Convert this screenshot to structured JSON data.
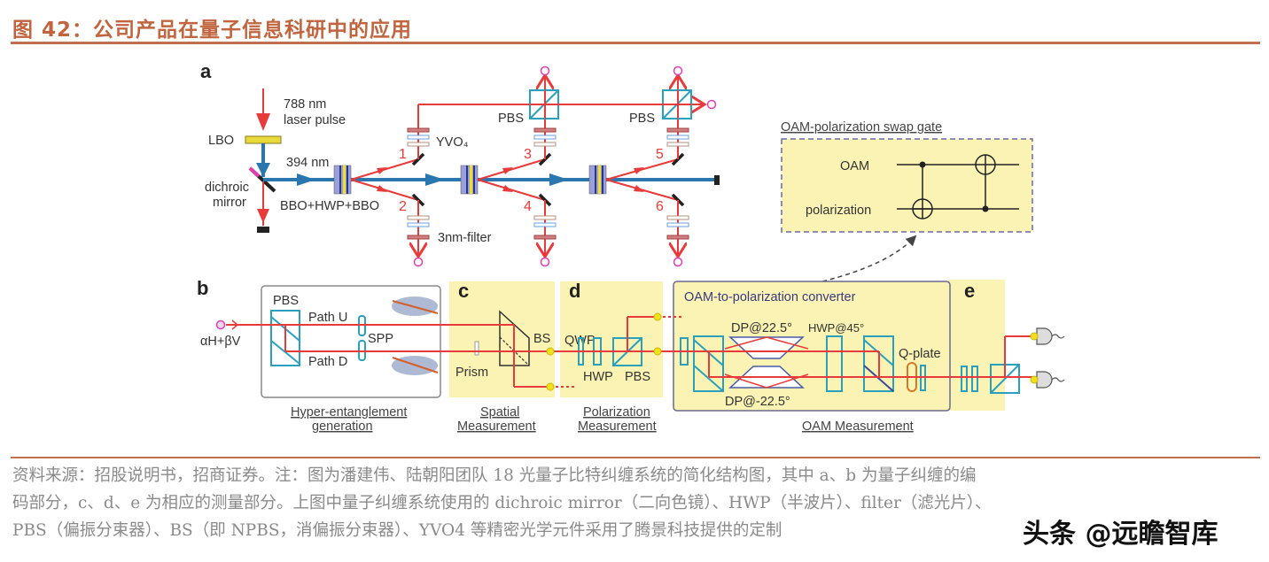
{
  "header": {
    "title": "图 42：公司产品在量子信息科研中的应用"
  },
  "figure": {
    "panel_a": {
      "label": "a",
      "laser": "788 nm",
      "laser2": "laser pulse",
      "lbo": "LBO",
      "uv": "394 nm",
      "dichroic1": "dichroic",
      "dichroic2": "mirror",
      "crystal": "BBO+HWP+BBO",
      "yvo": "YVO₄",
      "filter": "3nm-filter",
      "pbs1": "PBS",
      "pbs2": "PBS",
      "photons": [
        "1",
        "2",
        "3",
        "4",
        "5",
        "6"
      ]
    },
    "swap_gate": {
      "title": "OAM-polarization swap gate",
      "oam": "OAM",
      "polarization": "polarization"
    },
    "panel_b": {
      "label": "b",
      "input": "αH+βV",
      "pbs": "PBS",
      "path_u": "Path U",
      "path_d": "Path D",
      "spp": "SPP",
      "caption1": "Hyper-entanglement",
      "caption2": "generation"
    },
    "panel_c": {
      "label": "c",
      "bs": "BS",
      "prism": "Prism",
      "caption1": "Spatial",
      "caption2": "Measurement"
    },
    "panel_d": {
      "label": "d",
      "qwp": "QWP",
      "hwp": "HWP",
      "pbs": "PBS",
      "caption1": "Polarization",
      "caption2": "Measurement"
    },
    "converter": {
      "title": "OAM-to-polarization converter",
      "dp_pos": "DP@22.5°",
      "dp_neg": "DP@-22.5°",
      "hwp": "HWP@45°",
      "qplate": "Q-plate",
      "caption": "OAM Measurement"
    },
    "panel_e": {
      "label": "e"
    }
  },
  "note": {
    "lines": [
      "资料来源：招股说明书，招商证券。注：图为潘建伟、陆朝阳团队 18 光量子比特纠缠系统的简化结构图，其中 a、b 为量子纠缠的编",
      "码部分，c、d、e 为相应的测量部分。上图中量子纠缠系统使用的 dichroic mirror（二向色镜）、HWP（半波片）、filter（滤光片）、",
      "PBS（偏振分束器）、BS（即 NPBS，消偏振分束器）、YVO4 等精密光学元件采用了腾景科技提供的定制"
    ]
  },
  "watermark": "头条 @远瞻智库",
  "colors": {
    "title": "#c0653f",
    "rule": "#c0704f",
    "laser_red": "#e83a3a",
    "pump_blue": "#2a77b0",
    "optic_cyan": "#2aa0bd",
    "panel_yellow": "#fbf3b4",
    "detector_magenta": "#e040b0"
  }
}
